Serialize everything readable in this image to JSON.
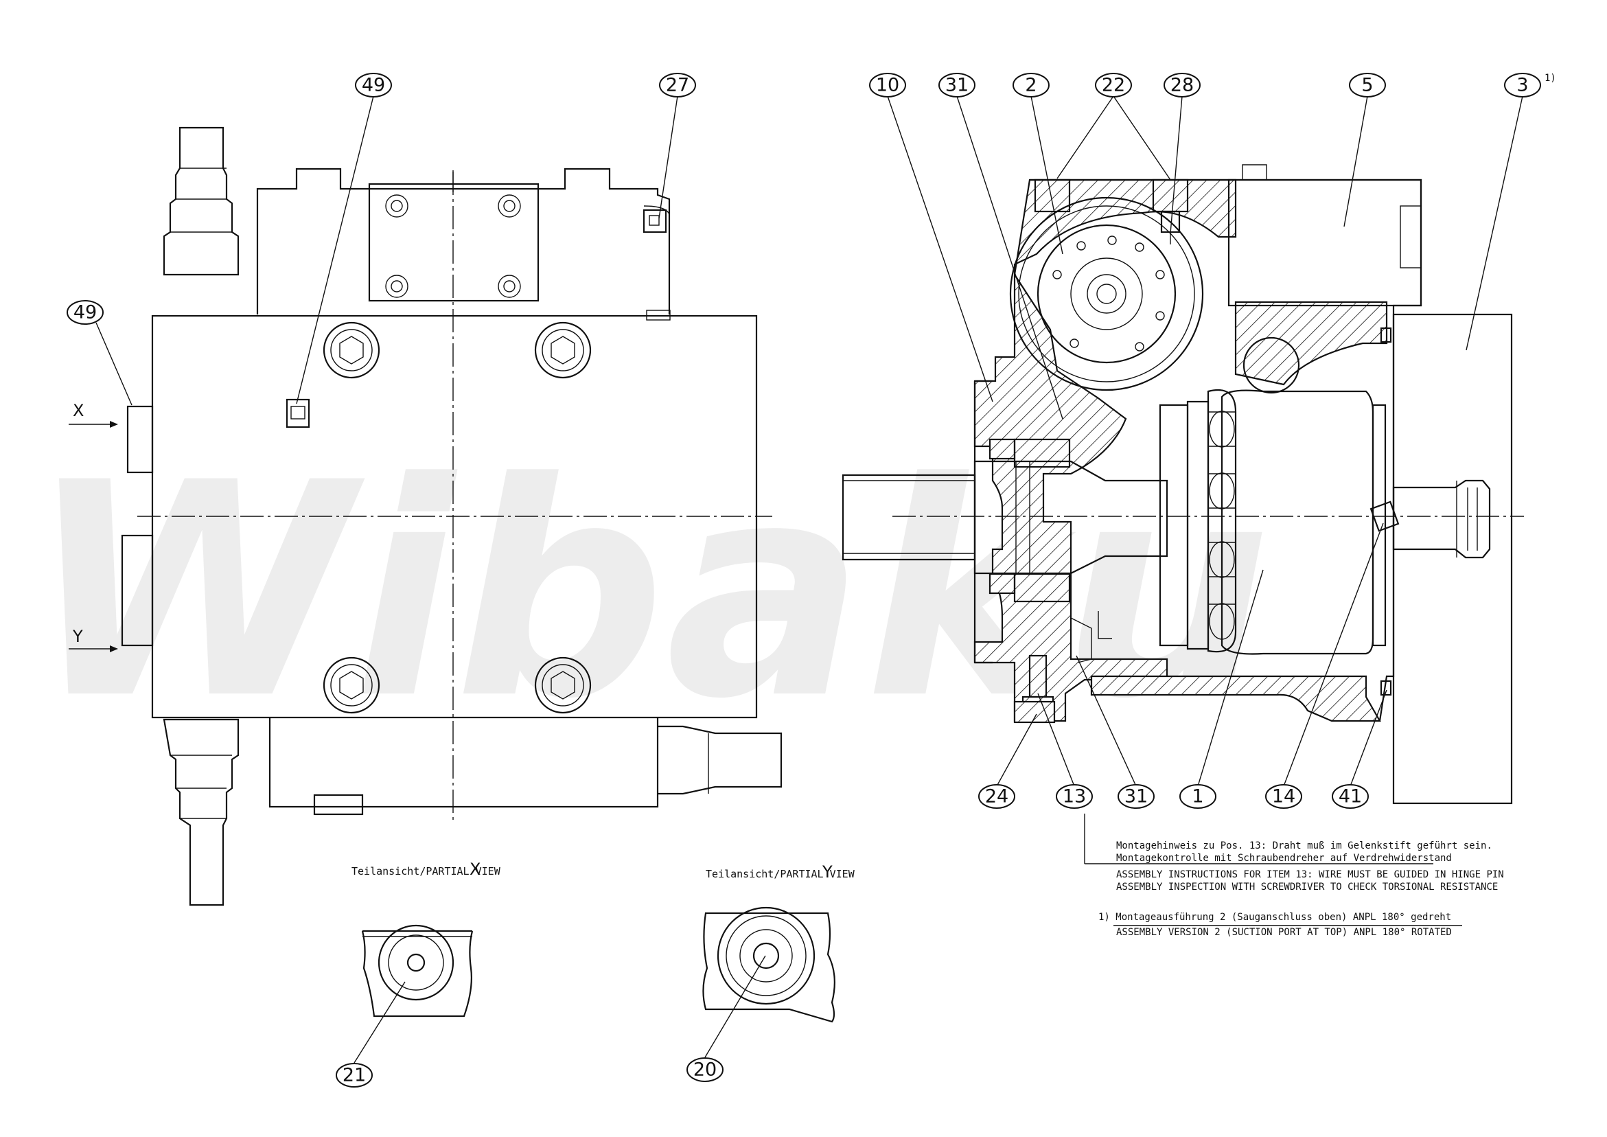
{
  "watermark": "Wibaku",
  "callouts": {
    "c49a": "49",
    "c27": "27",
    "c49b": "49",
    "c10": "10",
    "c31a": "31",
    "c2": "2",
    "c22": "22",
    "c28": "28",
    "c5": "5",
    "c3": "3",
    "c3_note": "1)",
    "c24": "24",
    "c13": "13",
    "c31b": "31",
    "c1": "1",
    "c14": "14",
    "c41": "41",
    "c21": "21",
    "c20": "20"
  },
  "arrows": {
    "x": "X",
    "y": "Y"
  },
  "partial_views": {
    "x_label": "Teilansicht/PARTIAL VIEW",
    "x_letter": "X",
    "y_label": "Teilansicht/PARTIAL VIEW",
    "y_letter": "Y"
  },
  "notes": {
    "line1": "Montagehinweis zu Pos. 13: Draht muß im Gelenkstift geführt sein.",
    "line2": "Montagekontrolle mit Schraubendreher auf Verdrehwiderstand",
    "line3": "ASSEMBLY INSTRUCTIONS FOR ITEM 13: WIRE MUST BE GUIDED IN HINGE PIN",
    "line4": "ASSEMBLY INSPECTION WITH SCREWDRIVER TO CHECK TORSIONAL RESISTANCE",
    "line5": "1)   Montageausführung 2 (Sauganschluss oben) ANPL 180° gedreht",
    "line6": "ASSEMBLY VERSION 2 (SUCTION PORT AT TOP) ANPL 180° ROTATED"
  }
}
